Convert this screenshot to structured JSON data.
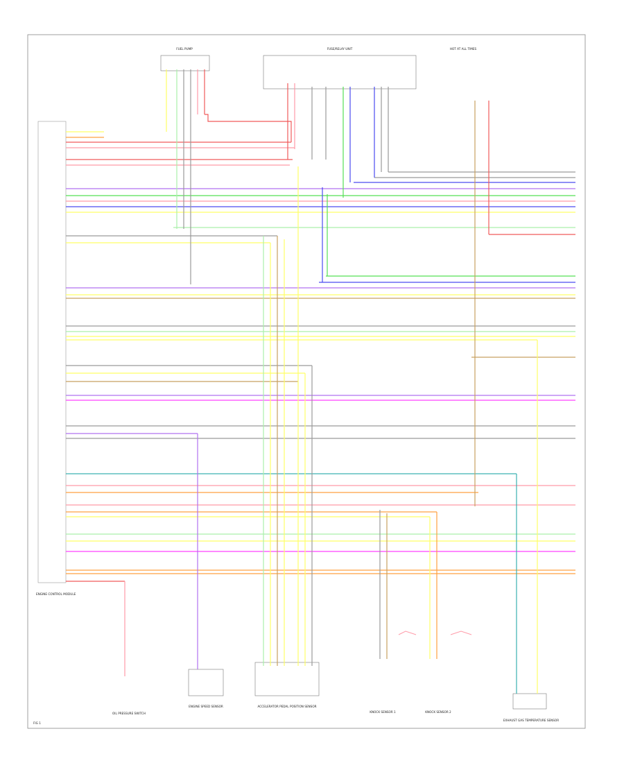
{
  "page_label": "FIG 1",
  "components": {
    "fuel_pump": "FUEL PUMP",
    "fuse_relay_unit": "FUSE/RELAY UNIT",
    "hot_at_all_times_fuse": "HOT AT ALL TIMES",
    "ecm": "ENGINE CONTROL MODULE",
    "oil_pressure_switch": "OIL PRESSURE SWITCH",
    "engine_speed_sensor": "ENGINE SPEED SENSOR",
    "accel_pedal_switch": "ACCELERATOR PEDAL POSITION SENSOR",
    "knock_sensor_1": "KNOCK SENSOR 1",
    "knock_sensor_2": "KNOCK SENSOR 2",
    "exhaust_temp_sensor": "EXHAUST GAS TEMPERATURE SENSOR"
  },
  "colors": {
    "wire_red": "#f05a5a",
    "wire_pink": "#ff9aa8",
    "wire_orange": "#ffa040",
    "wire_yellow": "#ffff66",
    "wire_green": "#55e055",
    "wire_lightgreen": "#aaf0aa",
    "wire_blue": "#4a4af0",
    "wire_purple": "#b070f0",
    "wire_magenta": "#ff40ff",
    "wire_gray": "#9a9a9a",
    "wire_teal": "#3ab0b0",
    "wire_brown": "#c8a060",
    "frame": "#888888"
  }
}
